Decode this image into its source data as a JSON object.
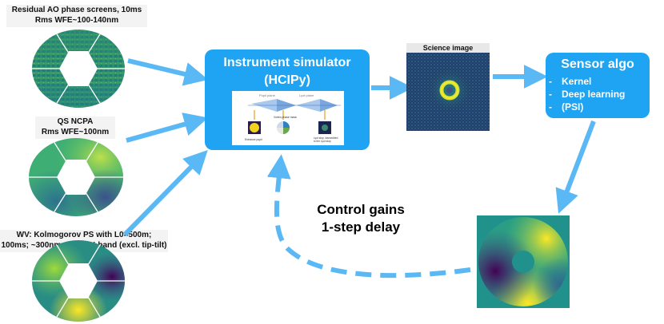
{
  "inputs": [
    {
      "caption_line1": "Residual AO phase screens, 10ms",
      "caption_line2": "Rms WFE~100-140nm",
      "icon": "residual-ao-phase-screen"
    },
    {
      "caption_line1": "QS NCPA",
      "caption_line2": "Rms WFE~100nm",
      "icon": "ncpa-phase-screen"
    },
    {
      "caption_line1": "WV: Kolmogorov PS with L0=500m;",
      "caption_line2": "100ms; ~300nm rms in N-band (excl. tip-tilt)",
      "icon": "water-vapour-phase-screen"
    }
  ],
  "simulator": {
    "title_line1": "Instrument simulator",
    "title_line2": "(HCIPy)",
    "schematic": {
      "pupil_plane": "Pupil plane",
      "lyot_plane": "Lyot plane",
      "entrance_pupil": "Entrance pupil",
      "vortex_label": "Vortex phase mask",
      "lyot_stop": "Lyot stop, transmitted",
      "lyot_stop_2": "to the Lyot stop"
    }
  },
  "science_image": {
    "label": "Science image"
  },
  "sensor_algo": {
    "title": "Sensor algo",
    "items": [
      "Kernel",
      "Deep learning",
      "(PSI)"
    ],
    "bullet": "-"
  },
  "feedback": {
    "line1": "Control gains",
    "line2": "1-step delay"
  },
  "colors": {
    "box": "#1fa3f3",
    "arrow": "#5ab8f5",
    "viridis_dark": "#440154",
    "viridis_mid": "#21918c",
    "viridis_light": "#fde725"
  }
}
